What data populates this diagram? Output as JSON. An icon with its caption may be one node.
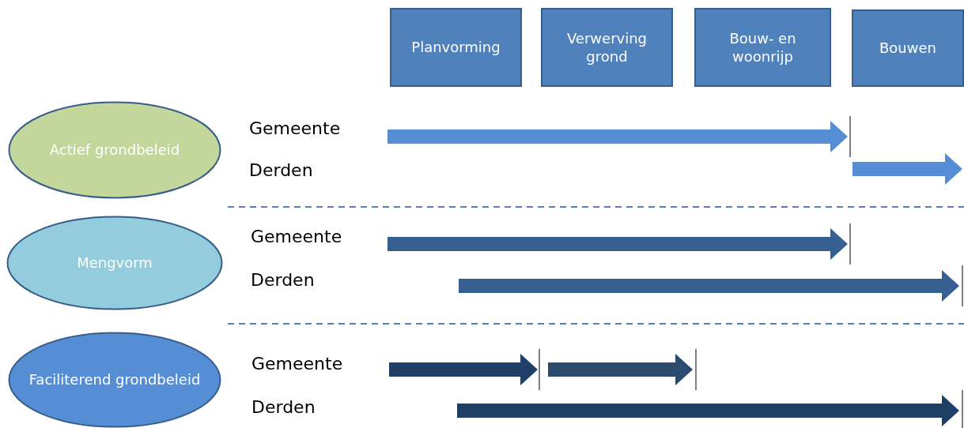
{
  "diagram": {
    "nodes": [
      {
        "text": [
          "Planvorming"
        ]
      },
      {
        "text": [
          "Verwerving grond"
        ]
      },
      {
        "text": [
          "Bouw- en woonrijp"
        ]
      },
      {
        "text": [
          "Bouwen"
        ]
      },
      {
        "text": [
          "Actief grondbeleid"
        ]
      },
      {
        "text": [
          "Mengvorm"
        ]
      },
      {
        "text": [
          "Faciliterend grondbeleid"
        ]
      }
    ],
    "edges": [],
    "labels": [
      "Gemeente",
      "Derden",
      "Gemeente",
      "Derden",
      "Gemeente",
      "Derden"
    ]
  }
}
